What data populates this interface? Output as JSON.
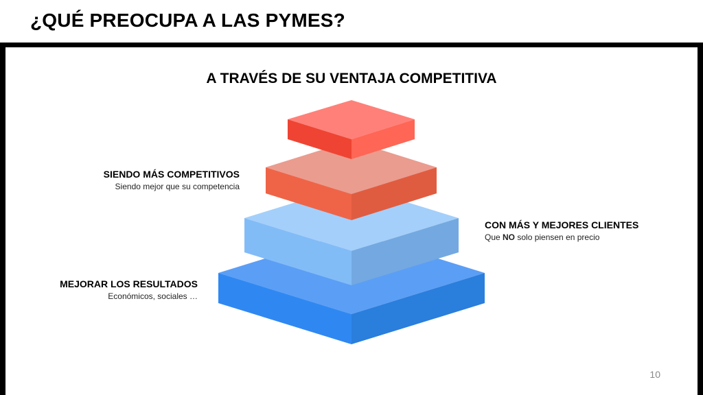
{
  "slide": {
    "title": "¿QUÉ PREOCUPA A LAS PYMES?",
    "subtitle": "A TRAVÉS DE SU VENTAJA COMPETITIVA",
    "page_number": "10"
  },
  "pyramid": {
    "levels": [
      {
        "level": 1,
        "color_left": "#ef4433",
        "color_right": "#ff6655",
        "color_top": "#ff8078"
      },
      {
        "level": 2,
        "color_left": "#ef6447",
        "color_right": "#e05c40",
        "color_top": "#ea9c8f"
      },
      {
        "level": 3,
        "color_left": "#82bcf7",
        "color_right": "#73a9e0",
        "color_top": "#a4cffa"
      },
      {
        "level": 4,
        "color_left": "#2f88f2",
        "color_right": "#2a7edc",
        "color_top": "#5b9ef5"
      }
    ]
  },
  "labels": {
    "competitivos": {
      "heading": "SIENDO MÁS COMPETITIVOS",
      "description": "Siendo mejor que su competencia"
    },
    "clientes": {
      "heading": "CON MÁS Y MEJORES CLIENTES",
      "description_prefix": "Que ",
      "description_bold": "NO",
      "description_suffix": " solo piensen en precio"
    },
    "resultados": {
      "heading": "MEJORAR LOS RESULTADOS",
      "description": "Económicos, sociales …"
    }
  }
}
